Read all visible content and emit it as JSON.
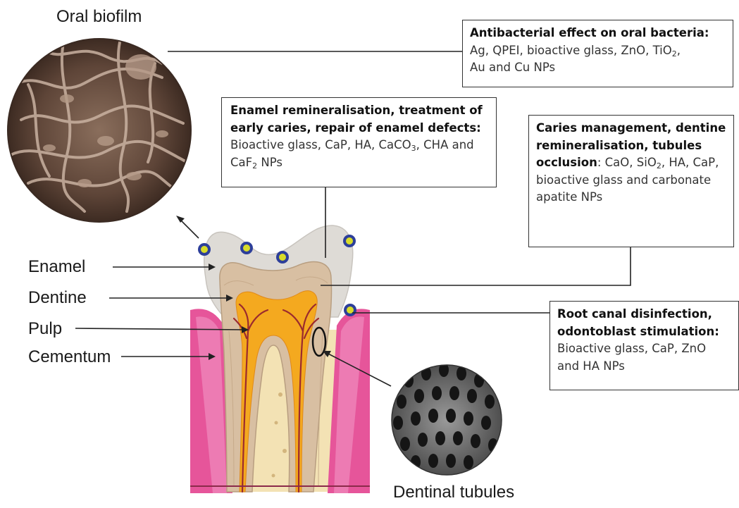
{
  "labels": {
    "oral_biofilm": "Oral biofilm",
    "enamel": "Enamel",
    "dentine": "Dentine",
    "pulp": "Pulp",
    "cementum": "Cementum",
    "dentinal_tubules": "Dentinal tubules"
  },
  "boxes": {
    "antibacterial": {
      "title": "Antibacterial effect on oral bacteria:",
      "text_1": "Ag, QPEI, bioactive glass, ZnO, TiO",
      "sub_1": "2",
      "text_2": ",",
      "text_3": "Au and Cu NPs"
    },
    "enamel": {
      "title": "Enamel remineralisation, treatment of early caries, repair of enamel defects:",
      "text_1": " Bioactive glass, CaP, HA, CaCO",
      "sub_1": "3",
      "text_2": ", CHA and CaF",
      "sub_2": "2",
      "text_3": " NPs"
    },
    "caries": {
      "title": "Caries management, dentine remineralisation, tubules occlusion",
      "text_1": ": CaO, SiO",
      "sub_1": "2",
      "text_2": ", HA, CaP, bioactive glass and carbonate apatite NPs"
    },
    "root": {
      "title": "Root canal disinfection, odontoblast stimulation:",
      "text_1": "Bioactive glass, CaP, ZnO and HA NPs"
    }
  },
  "colors": {
    "gum": "#e6559a",
    "bone": "#f3e2b4",
    "enamel": "#dedbd6",
    "dentine": "#d8bfa2",
    "pulp": "#f4a91f",
    "nanoparticle_fill": "#d8dc2a",
    "nanoparticle_ring": "#2d3f9a",
    "sem_biofilm": "#6b5244",
    "sem_tubules": "#6e6e6e"
  }
}
